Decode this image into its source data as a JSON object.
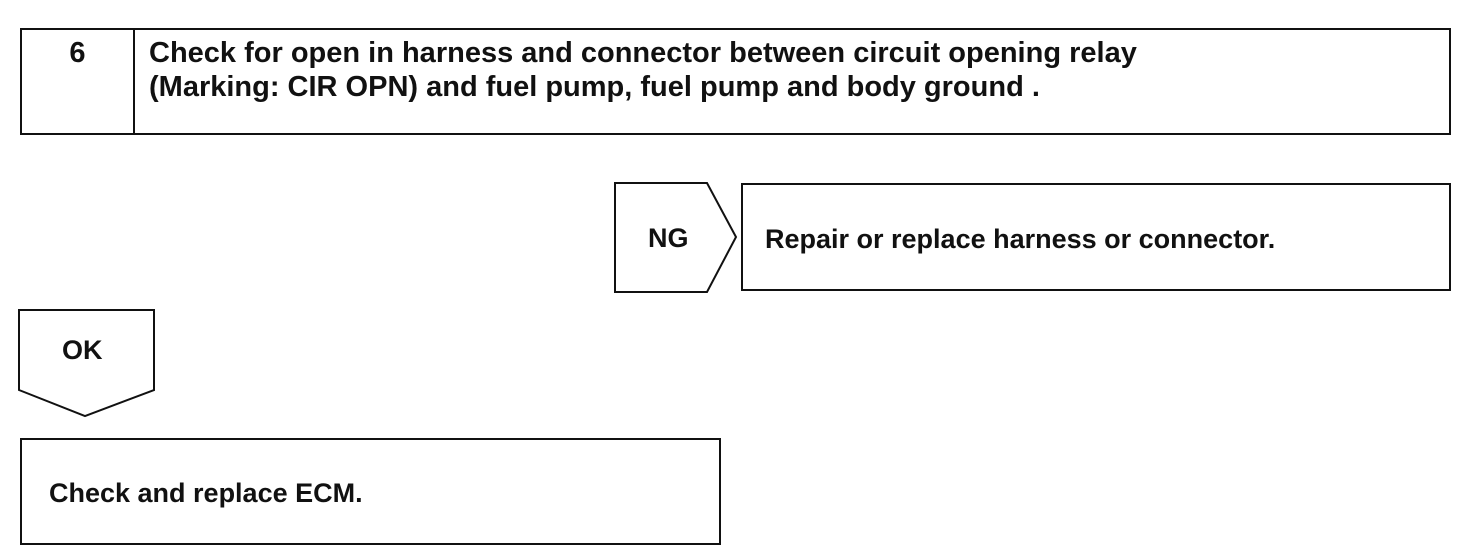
{
  "step": {
    "number": "6",
    "title_lines": [
      "Check for open in harness and connector between circuit opening relay",
      "(Marking: CIR OPN) and fuel pump, fuel pump and body ground ."
    ]
  },
  "ng_branch": {
    "label": "NG",
    "action": "Repair or replace harness or connector."
  },
  "ok_branch": {
    "label": "OK",
    "action": "Check and replace ECM."
  }
}
